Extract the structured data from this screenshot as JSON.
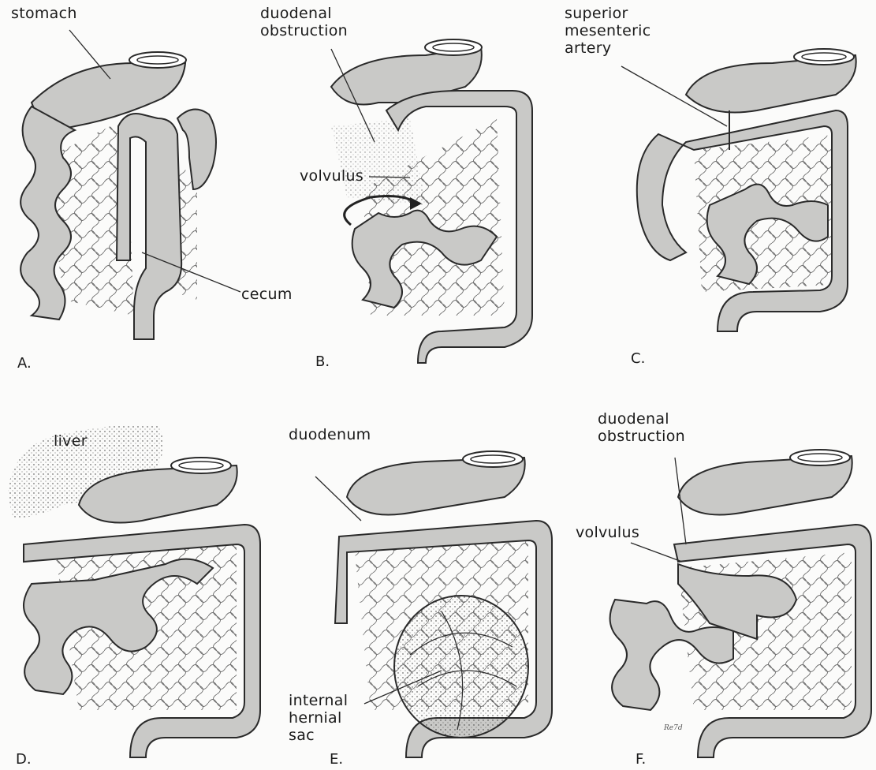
{
  "figure": {
    "panels": [
      {
        "id": "A",
        "letter": "A.",
        "labels": {
          "stomach": "stomach",
          "cecum": "cecum"
        }
      },
      {
        "id": "B",
        "letter": "B.",
        "labels": {
          "duodenal_obstruction": "duodenal\nobstruction",
          "volvulus": "volvulus"
        }
      },
      {
        "id": "C",
        "letter": "C.",
        "labels": {
          "sma": "superior\nmesenteric\nartery"
        }
      },
      {
        "id": "D",
        "letter": "D.",
        "labels": {
          "liver": "liver"
        }
      },
      {
        "id": "E",
        "letter": "E.",
        "labels": {
          "duodenum": "duodenum",
          "hernial_sac": "internal\nhernial\nsac"
        }
      },
      {
        "id": "F",
        "letter": "F.",
        "labels": {
          "duodenal_obstruction": "duodenal\nobstruction",
          "volvulus": "volvulus"
        }
      }
    ],
    "signature": "Re7d"
  },
  "colors": {
    "organ_fill": "#c9c9c7",
    "mesentery_fill": "#f4f4f2",
    "outline": "#2a2a2a",
    "background": "#fbfbfa"
  }
}
